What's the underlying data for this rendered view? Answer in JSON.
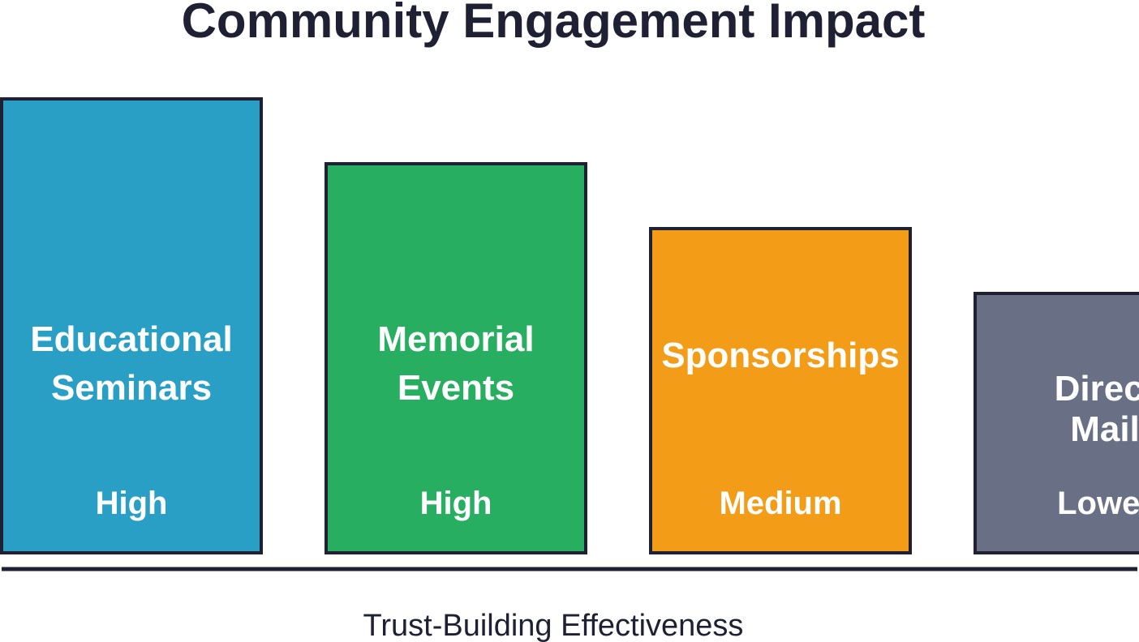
{
  "chart_data": {
    "type": "bar",
    "title": "Community Engagement Impact",
    "xlabel": "Trust-Building Effectiveness",
    "ylabel": "",
    "ylim": [
      0,
      7
    ],
    "grid": false,
    "bars": [
      {
        "name_lines": [
          "Educational",
          "Seminars"
        ],
        "level": "High",
        "value": 7,
        "color": "#2a9fc6"
      },
      {
        "name_lines": [
          "Memorial",
          "Events"
        ],
        "level": "High",
        "value": 6,
        "color": "#27ae60"
      },
      {
        "name_lines": [
          "Sponsorships"
        ],
        "level": "Medium",
        "value": 5,
        "color": "#f39c17"
      },
      {
        "name_lines": [
          "Direct",
          "Mail"
        ],
        "level": "Lower",
        "value": 4,
        "color": "#697086"
      }
    ]
  }
}
